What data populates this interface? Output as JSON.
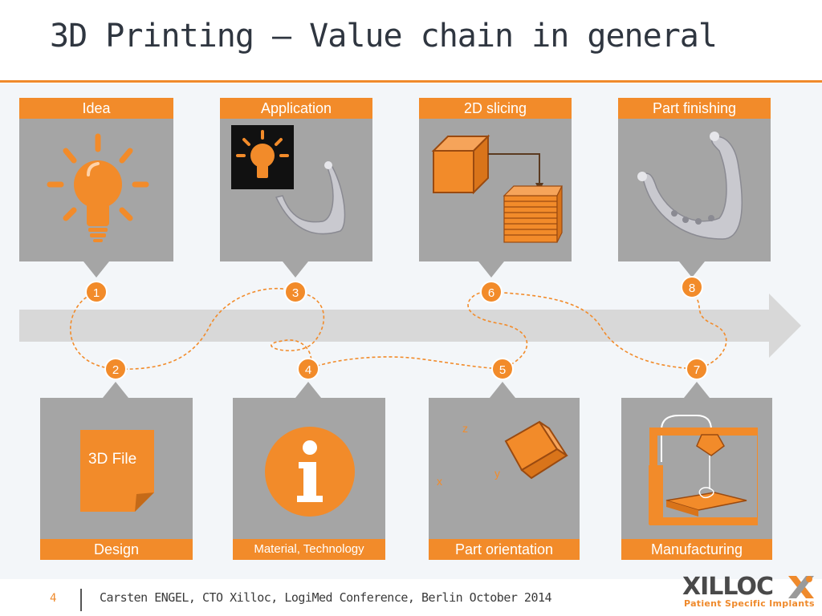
{
  "title": "3D Printing – Value chain in general",
  "steps": {
    "idea": {
      "label": "Idea",
      "number": "1"
    },
    "design": {
      "label": "Design",
      "number": "2",
      "file_text": "3D File"
    },
    "application": {
      "label": "Application",
      "number": "3"
    },
    "material": {
      "label": "Material, Technology",
      "number": "4"
    },
    "orientation": {
      "label": "Part orientation",
      "number": "5",
      "axes": {
        "x": "x",
        "y": "y",
        "z": "z"
      }
    },
    "slicing": {
      "label": "2D slicing",
      "number": "6"
    },
    "manufacturing": {
      "label": "Manufacturing",
      "number": "7"
    },
    "finishing": {
      "label": "Part finishing",
      "number": "8"
    }
  },
  "footer": {
    "page_number": "4",
    "text": "Carsten ENGEL, CTO Xilloc, LogiMed Conference, Berlin October 2014"
  },
  "logo": {
    "name": "XILLOC",
    "tagline": "Patient Specific Implants"
  },
  "colors": {
    "accent": "#f28b2a",
    "card": "#a5a5a5",
    "arrow": "#d8d8d8",
    "title": "#2f3640"
  }
}
